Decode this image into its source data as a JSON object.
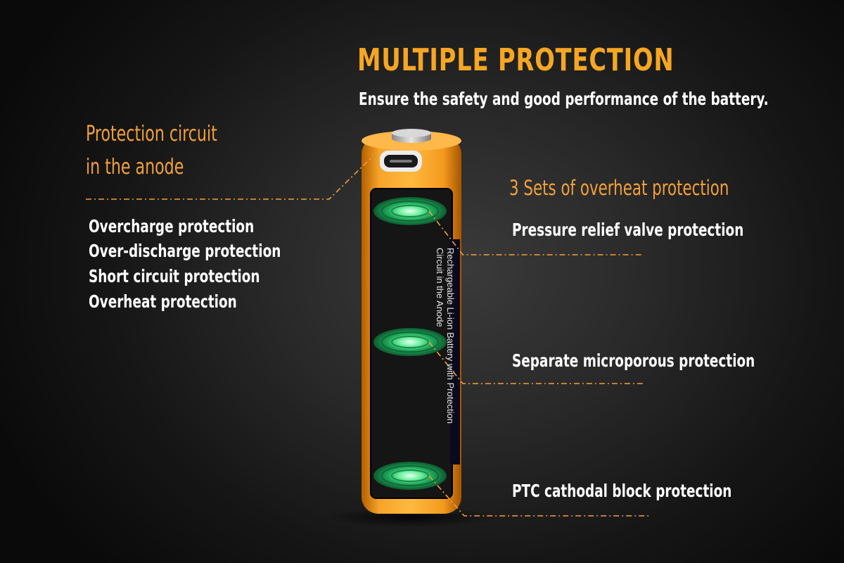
{
  "header": {
    "title": "MULTIPLE PROTECTION",
    "subtitle": "Ensure the safety and good performance of the battery."
  },
  "left_panel": {
    "title_line1": "Protection circuit",
    "title_line2": "in the anode",
    "items": [
      "Overcharge protection",
      "Over-discharge protection",
      "Short circuit protection",
      "Overheat protection"
    ]
  },
  "right_panel": {
    "title": "3 Sets of overheat protection",
    "items": [
      "Pressure relief valve protection",
      "Separate microporous protection",
      "PTC cathodal block protection"
    ]
  },
  "battery": {
    "label_line1": "Rechargeable Li-ion Battery with Protection",
    "label_line2": "Circuit in the Anode",
    "body_color": "#f39a1e",
    "ring_color": "#2ecc71"
  },
  "colors": {
    "accent": "#f6a623",
    "background": "#1e1e1e",
    "text": "#ffffff"
  }
}
